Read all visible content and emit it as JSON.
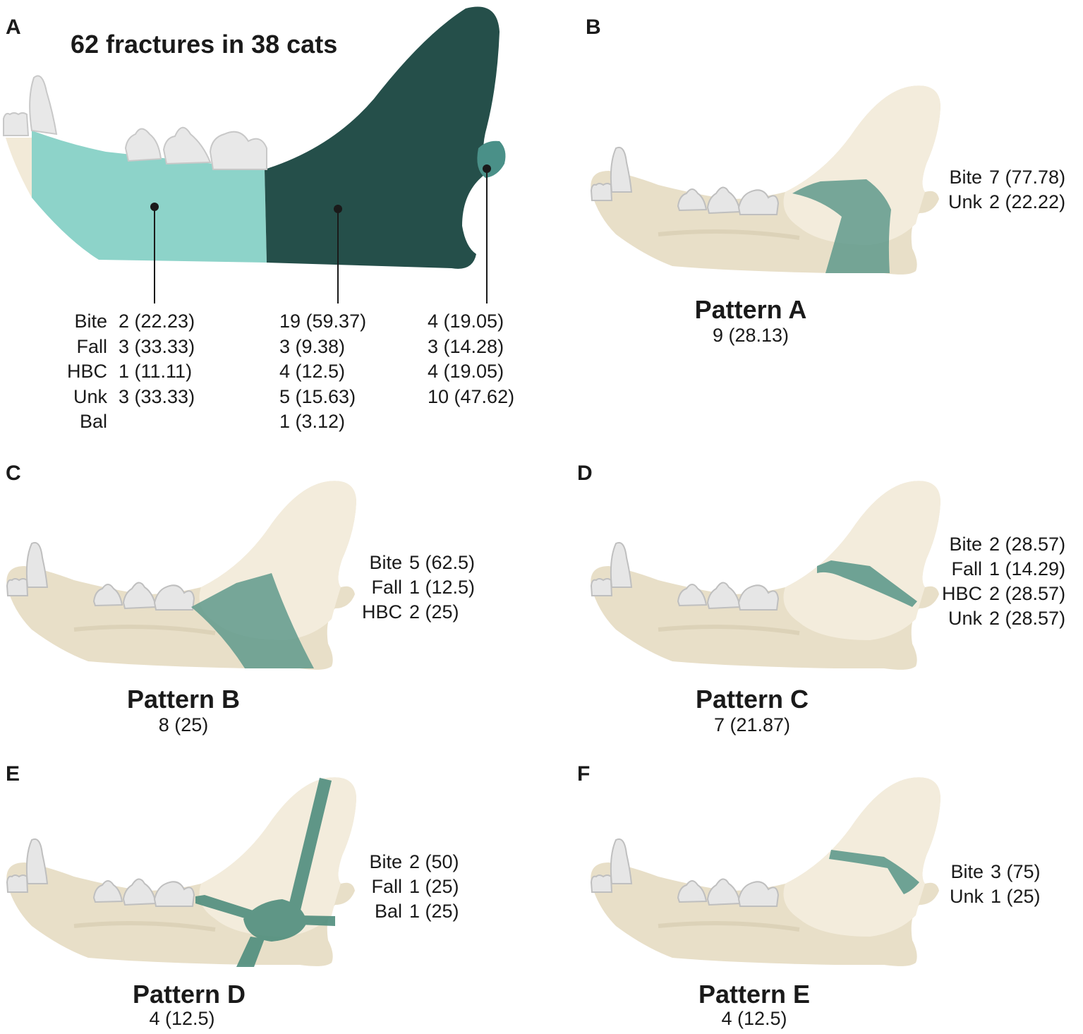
{
  "panel_a": {
    "label": "A",
    "title": "62 fractures in 38 cats",
    "row_labels": [
      "Bite",
      "Fall",
      "HBC",
      "Unk",
      "Bal"
    ],
    "col_body": [
      "2 (22.23)",
      "3 (33.33)",
      "1 (11.11)",
      "3 (33.33)",
      ""
    ],
    "col_ramus": [
      "19 (59.37)",
      "3 (9.38)",
      "4 (12.5)",
      "5 (15.63)",
      "1 (3.12)"
    ],
    "col_condyle": [
      "4 (19.05)",
      "3 (14.28)",
      "4 (19.05)",
      "10 (47.62)",
      ""
    ],
    "colors": {
      "body": "#8dd3c9",
      "ramus": "#254f4a",
      "condyle": "#4a9088",
      "bone": "#f2ead8",
      "tooth": "#e8e8e8"
    }
  },
  "panel_b": {
    "label": "B",
    "title": "Pattern A",
    "subtitle": "9 (28.13)",
    "rows": [
      {
        "label": "Bite",
        "value": "7 (77.78)"
      },
      {
        "label": "Unk",
        "value": "2 (22.22)"
      }
    ]
  },
  "panel_c": {
    "label": "C",
    "title": "Pattern B",
    "subtitle": "8 (25)",
    "rows": [
      {
        "label": "Bite",
        "value": "5 (62.5)"
      },
      {
        "label": "Fall",
        "value": "1 (12.5)"
      },
      {
        "label": "HBC",
        "value": "2 (25)"
      }
    ]
  },
  "panel_d": {
    "label": "D",
    "title": "Pattern C",
    "subtitle": "7 (21.87)",
    "rows": [
      {
        "label": "Bite",
        "value": "2 (28.57)"
      },
      {
        "label": "Fall",
        "value": "1 (14.29)"
      },
      {
        "label": "HBC",
        "value": "2 (28.57)"
      },
      {
        "label": "Unk",
        "value": "2 (28.57)"
      }
    ]
  },
  "panel_e": {
    "label": "E",
    "title": "Pattern D",
    "subtitle": "4 (12.5)",
    "rows": [
      {
        "label": "Bite",
        "value": "2 (50)"
      },
      {
        "label": "Fall",
        "value": "1 (25)"
      },
      {
        "label": "Bal",
        "value": "1 (25)"
      }
    ]
  },
  "panel_f": {
    "label": "F",
    "title": "Pattern E",
    "subtitle": "4 (12.5)",
    "rows": [
      {
        "label": "Bite",
        "value": "3 (75)"
      },
      {
        "label": "Unk",
        "value": "1 (25)"
      }
    ]
  },
  "fracture_color": "#5f9a8c"
}
